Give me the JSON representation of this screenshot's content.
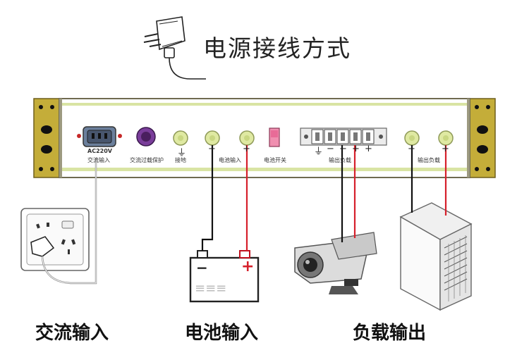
{
  "title": "电源接线方式",
  "panel": {
    "ac_rating": "AC220V",
    "labels": {
      "ac_input": "交流输入",
      "overload": "交流过载保护",
      "ground": "接地",
      "battery_input": "电池输入",
      "battery_switch": "电池开关",
      "output_terminal": "输出负载",
      "output_load": "输出负载"
    },
    "terminal_symbols": [
      "⏚",
      "−",
      "−",
      "+",
      "+"
    ]
  },
  "battery": {
    "neg": "−",
    "pos": "+"
  },
  "bottom_labels": {
    "ac_input": "交流输入",
    "battery_input": "电池输入",
    "load_output": "负载输出"
  },
  "colors": {
    "wire_black": "#111111",
    "wire_red": "#d6202b",
    "panel_frame": "#8a7e3e",
    "ear_gold": "#c4ad39",
    "led_green": "#dfe9a2",
    "knob_purple": "#7a3d9a",
    "switch_pink": "#f08fb0",
    "plug_blue": "#6b7f9c"
  }
}
